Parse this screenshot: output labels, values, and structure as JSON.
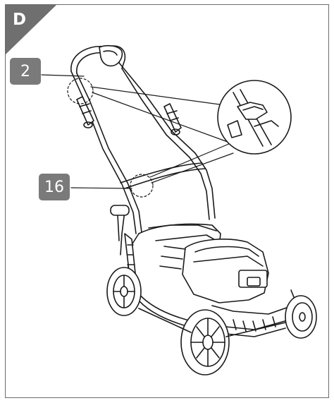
{
  "figure": {
    "section_letter": "D",
    "callouts": [
      {
        "id": "2",
        "label": "2"
      },
      {
        "id": "16",
        "label": "16"
      }
    ]
  },
  "colors": {
    "corner_fill": "#6f6f6f",
    "callout_fill": "#7a7a7a",
    "line": "#1a1a1a",
    "frame": "#6b6b6b"
  }
}
